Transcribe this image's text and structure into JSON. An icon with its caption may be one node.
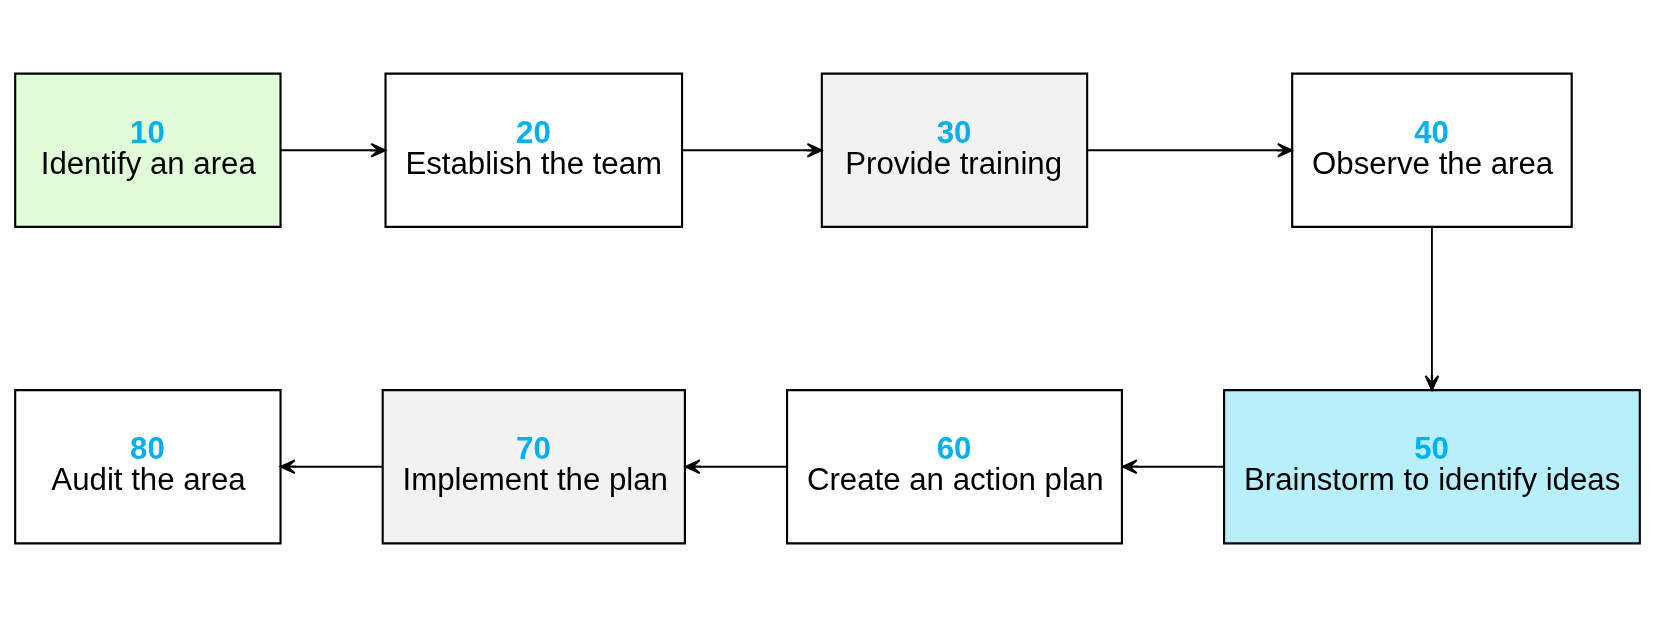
{
  "diagram": {
    "nodes": [
      {
        "text": [
          "10",
          "Identify an area"
        ]
      },
      {
        "text": [
          "20",
          "Establish the team"
        ]
      },
      {
        "text": [
          "30",
          "Provide training"
        ]
      },
      {
        "text": [
          "40",
          "Observe the area"
        ]
      },
      {
        "text": [
          "50",
          "Brainstorm to identify ideas"
        ]
      },
      {
        "text": [
          "60",
          "Create an action plan"
        ]
      },
      {
        "text": [
          "70",
          "Implement the plan"
        ]
      },
      {
        "text": [
          "80",
          "Audit the area"
        ]
      }
    ],
    "edges": [
      {
        "from": 0,
        "to": 1,
        "arrow": "to"
      },
      {
        "from": 1,
        "to": 2,
        "arrow": "to"
      },
      {
        "from": 2,
        "to": 3,
        "arrow": "to"
      },
      {
        "from": 3,
        "to": 4,
        "arrow": "to"
      },
      {
        "from": 4,
        "to": 5,
        "arrow": "to"
      },
      {
        "from": 5,
        "to": 6,
        "arrow": "to"
      },
      {
        "from": 6,
        "to": 7,
        "arrow": "to"
      }
    ]
  }
}
